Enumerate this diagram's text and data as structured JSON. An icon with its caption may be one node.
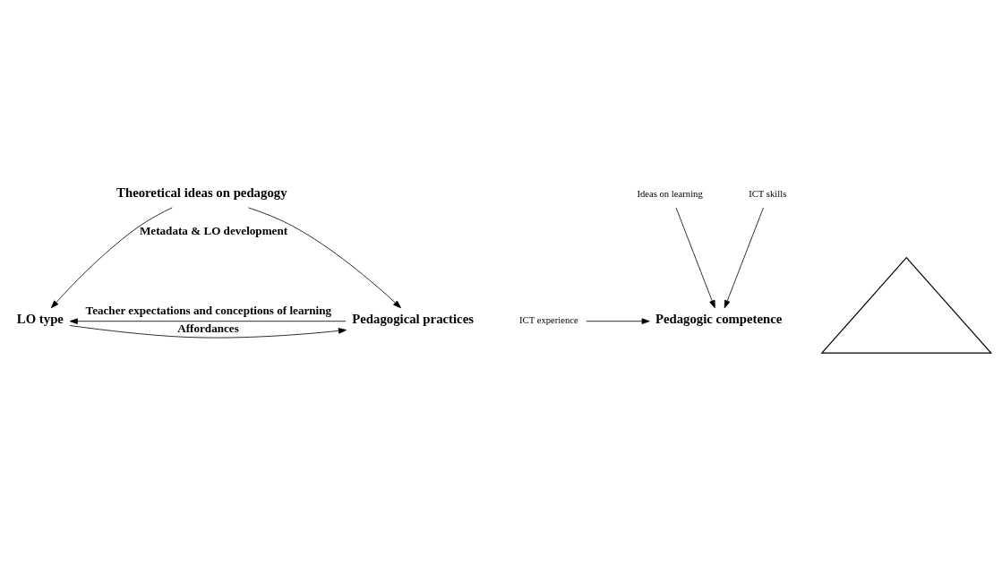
{
  "diagram": {
    "nodes": [
      {
        "text": [
          "Theoretical ideas on pedagogy"
        ]
      },
      {
        "text": [
          "Ideas on learning"
        ]
      },
      {
        "text": [
          "ICT skills"
        ]
      },
      {
        "text": [
          "ICT experience"
        ]
      },
      {
        "text": [
          "Pedagogic competence"
        ]
      },
      {
        "text": [],
        "shape": "triangle"
      },
      {
        "text": [
          "LO type"
        ]
      },
      {
        "text": [
          "Pedagogical practices"
        ]
      }
    ],
    "edges": [
      {
        "from": 0,
        "to": 6,
        "arrow": "to",
        "label": "Metadata & LO development"
      },
      {
        "from": 0,
        "to": 7,
        "arrow": "to"
      },
      {
        "from": 1,
        "to": 4,
        "arrow": "to"
      },
      {
        "from": 2,
        "to": 4,
        "arrow": "to"
      },
      {
        "from": 3,
        "to": 4,
        "arrow": "to"
      },
      {
        "from": 6,
        "to": 7,
        "arrow": "to",
        "label": "Affordances"
      },
      {
        "from": 7,
        "to": 6,
        "arrow": "to",
        "label": "Teacher expectations and conceptions of learning"
      }
    ]
  }
}
